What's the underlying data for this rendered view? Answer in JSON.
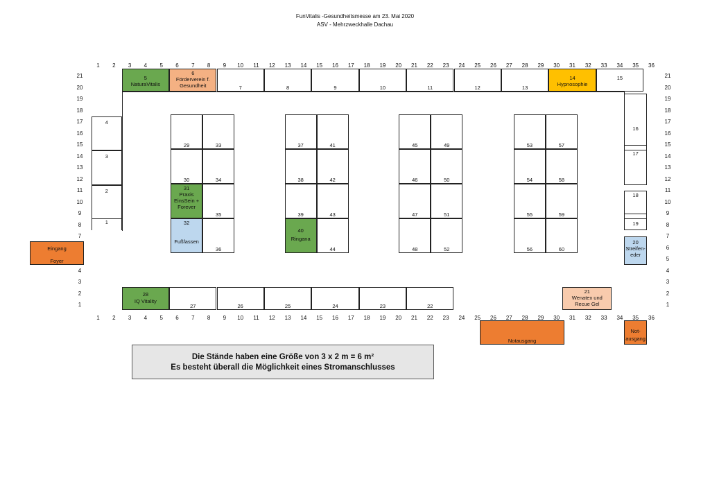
{
  "header": {
    "line1": "FunVitalis -Gesundheitsmesse am 23. Mai 2020",
    "line2": "ASV - Mehrzweckhalle Dachau"
  },
  "grid": {
    "columns": [
      "1",
      "2",
      "3",
      "4",
      "5",
      "6",
      "7",
      "8",
      "9",
      "10",
      "11",
      "12",
      "13",
      "14",
      "15",
      "16",
      "17",
      "18",
      "19",
      "20",
      "21",
      "22",
      "23",
      "24",
      "25",
      "26",
      "27",
      "28",
      "29",
      "30",
      "31",
      "32",
      "33",
      "34",
      "35",
      "36"
    ],
    "rows": [
      "21",
      "20",
      "19",
      "18",
      "17",
      "16",
      "15",
      "14",
      "13",
      "12",
      "11",
      "10",
      "9",
      "8",
      "7",
      "6",
      "5",
      "4",
      "3",
      "2",
      "1"
    ]
  },
  "colors": {
    "green": "#6aa84f",
    "salmon": "#f4b183",
    "yellow": "#ffc000",
    "blue": "#bdd7ee",
    "orange": "#ed7d31",
    "peach": "#f8cbad"
  },
  "stands": [
    {
      "id": "s5",
      "color": "green",
      "lines": [
        "5",
        "NaturaVitalis"
      ]
    },
    {
      "id": "s6",
      "color": "salmon",
      "lines": [
        "6",
        "Förderverein f.",
        "Gesundheit"
      ]
    },
    {
      "id": "s7",
      "lines": [
        "7"
      ]
    },
    {
      "id": "s8",
      "lines": [
        "8"
      ]
    },
    {
      "id": "s9",
      "lines": [
        "9"
      ]
    },
    {
      "id": "s10",
      "lines": [
        "10"
      ]
    },
    {
      "id": "s11",
      "lines": [
        "11"
      ]
    },
    {
      "id": "s12",
      "lines": [
        "12"
      ]
    },
    {
      "id": "s13",
      "lines": [
        "13"
      ]
    },
    {
      "id": "s14",
      "color": "yellow",
      "lines": [
        "14",
        "Hypnosophie"
      ]
    },
    {
      "id": "s15",
      "lines": [
        "15"
      ]
    },
    {
      "id": "s4",
      "lines": [
        "4"
      ]
    },
    {
      "id": "s3",
      "lines": [
        "3"
      ]
    },
    {
      "id": "s2",
      "lines": [
        "2"
      ]
    },
    {
      "id": "s1",
      "lines": [
        "1"
      ]
    },
    {
      "id": "s16",
      "lines": [
        "16"
      ]
    },
    {
      "id": "s17",
      "lines": [
        "17"
      ]
    },
    {
      "id": "s18",
      "lines": [
        "18"
      ]
    },
    {
      "id": "s19",
      "lines": [
        "19"
      ]
    },
    {
      "id": "s20",
      "color": "blue",
      "lines": [
        "20",
        "Streifen-",
        "eder"
      ]
    },
    {
      "id": "s29",
      "lines": [
        "29"
      ]
    },
    {
      "id": "s30",
      "lines": [
        "30"
      ]
    },
    {
      "id": "s31",
      "color": "green",
      "lines": [
        "31",
        "Praxis",
        "EinsSein +",
        "Forever"
      ]
    },
    {
      "id": "s32",
      "color": "blue",
      "lines": [
        "32",
        "",
        "",
        "Fußfassen"
      ]
    },
    {
      "id": "s33",
      "lines": [
        "33"
      ]
    },
    {
      "id": "s34",
      "lines": [
        "34"
      ]
    },
    {
      "id": "s35",
      "lines": [
        "35"
      ]
    },
    {
      "id": "s36",
      "lines": [
        "36"
      ]
    },
    {
      "id": "s37",
      "lines": [
        "37"
      ]
    },
    {
      "id": "s38",
      "lines": [
        "38"
      ]
    },
    {
      "id": "s39",
      "lines": [
        "39"
      ]
    },
    {
      "id": "s40",
      "color": "green",
      "lines": [
        "40",
        "Ringana"
      ]
    },
    {
      "id": "s41",
      "lines": [
        "41"
      ]
    },
    {
      "id": "s42",
      "lines": [
        "42"
      ]
    },
    {
      "id": "s43",
      "lines": [
        "43"
      ]
    },
    {
      "id": "s44",
      "lines": [
        "44"
      ]
    },
    {
      "id": "s45",
      "lines": [
        "45"
      ]
    },
    {
      "id": "s46",
      "lines": [
        "46"
      ]
    },
    {
      "id": "s47",
      "lines": [
        "47"
      ]
    },
    {
      "id": "s48",
      "lines": [
        "48"
      ]
    },
    {
      "id": "s49",
      "lines": [
        "49"
      ]
    },
    {
      "id": "s50",
      "lines": [
        "50"
      ]
    },
    {
      "id": "s51",
      "lines": [
        "51"
      ]
    },
    {
      "id": "s52",
      "lines": [
        "52"
      ]
    },
    {
      "id": "s53",
      "lines": [
        "53"
      ]
    },
    {
      "id": "s54",
      "lines": [
        "54"
      ]
    },
    {
      "id": "s55",
      "lines": [
        "55"
      ]
    },
    {
      "id": "s56",
      "lines": [
        "56"
      ]
    },
    {
      "id": "s57",
      "lines": [
        "57"
      ]
    },
    {
      "id": "s58",
      "lines": [
        "58"
      ]
    },
    {
      "id": "s59",
      "lines": [
        "59"
      ]
    },
    {
      "id": "s60",
      "lines": [
        "60"
      ]
    },
    {
      "id": "s28",
      "color": "green",
      "lines": [
        "28",
        "IQ Vitality"
      ]
    },
    {
      "id": "s27",
      "lines": [
        "27"
      ]
    },
    {
      "id": "s26",
      "lines": [
        "26"
      ]
    },
    {
      "id": "s25",
      "lines": [
        "25"
      ]
    },
    {
      "id": "s24",
      "lines": [
        "24"
      ]
    },
    {
      "id": "s23",
      "lines": [
        "23"
      ]
    },
    {
      "id": "s22",
      "lines": [
        "22"
      ]
    },
    {
      "id": "s21",
      "color": "peach",
      "lines": [
        "21",
        "Wenatex und",
        "Recue Gel"
      ]
    },
    {
      "id": "eingang",
      "color": "orange",
      "lines": [
        "Eingang",
        "",
        "Foyer"
      ]
    },
    {
      "id": "notausgang1",
      "color": "orange",
      "lines": [
        "Notausgang"
      ]
    },
    {
      "id": "notausgang2",
      "color": "orange",
      "lines": [
        "Not-",
        "ausgang"
      ]
    }
  ],
  "note": {
    "line1": "Die Stände haben eine Größe von 3 x 2 m = 6 m²",
    "line2": "Es besteht überall die Möglichkeit eines Stromanschlusses"
  }
}
